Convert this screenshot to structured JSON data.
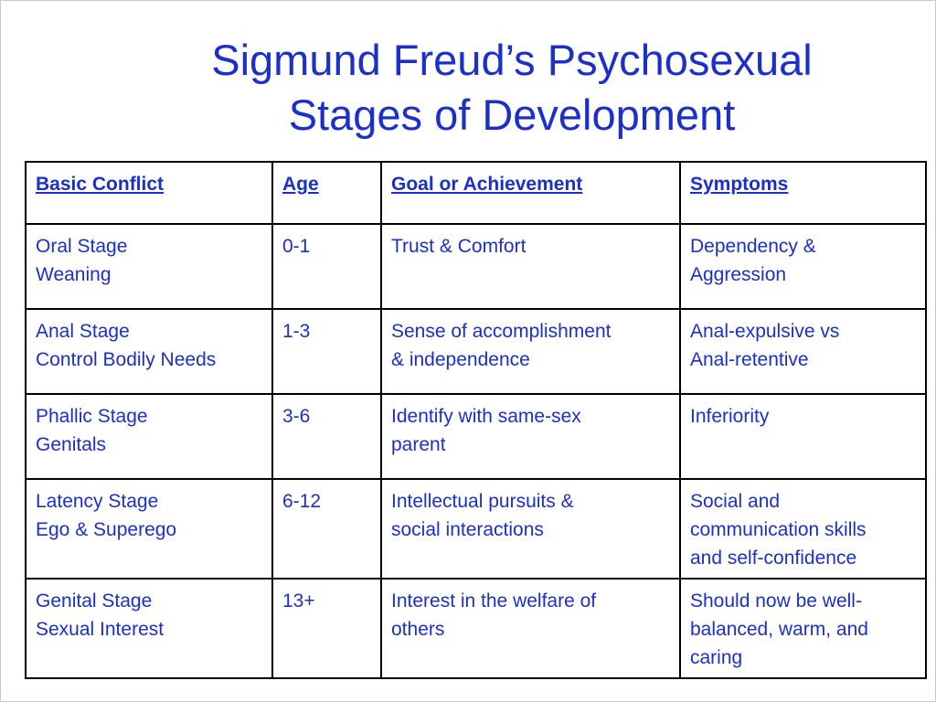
{
  "title": {
    "line1": "Sigmund Freud’s Psychosexual",
    "line2": "Stages of Development"
  },
  "table": {
    "headers": [
      "Basic Conflict",
      "Age",
      "Goal or Achievement",
      "Symptoms"
    ],
    "rows": [
      {
        "conflict": [
          "Oral Stage",
          "Weaning"
        ],
        "age": "0-1",
        "goal": [
          "Trust & Comfort"
        ],
        "symptoms": [
          "Dependency &",
          "Aggression"
        ]
      },
      {
        "conflict": [
          "Anal Stage",
          "Control Bodily Needs"
        ],
        "age": "1-3",
        "goal": [
          "Sense of accomplishment",
          "& independence"
        ],
        "symptoms": [
          "Anal-expulsive vs",
          "Anal-retentive"
        ]
      },
      {
        "conflict": [
          "Phallic Stage",
          "Genitals"
        ],
        "age": "3-6",
        "goal": [
          "Identify with same-sex",
          "parent"
        ],
        "symptoms": [
          "Inferiority"
        ]
      },
      {
        "conflict": [
          "Latency Stage",
          "Ego & Superego"
        ],
        "age": "6-12",
        "goal": [
          "Intellectual pursuits &",
          "social interactions"
        ],
        "symptoms": [
          "Social and",
          "communication skills",
          "and self-confidence"
        ]
      },
      {
        "conflict": [
          "Genital Stage",
          "Sexual Interest"
        ],
        "age": "13+",
        "goal": [
          "Interest in the welfare of",
          "others"
        ],
        "symptoms": [
          "Should now be well-",
          "balanced, warm, and",
          "caring"
        ]
      }
    ]
  },
  "colors": {
    "text": "#1a2fcc",
    "border": "#000000",
    "background": "#ffffff"
  }
}
